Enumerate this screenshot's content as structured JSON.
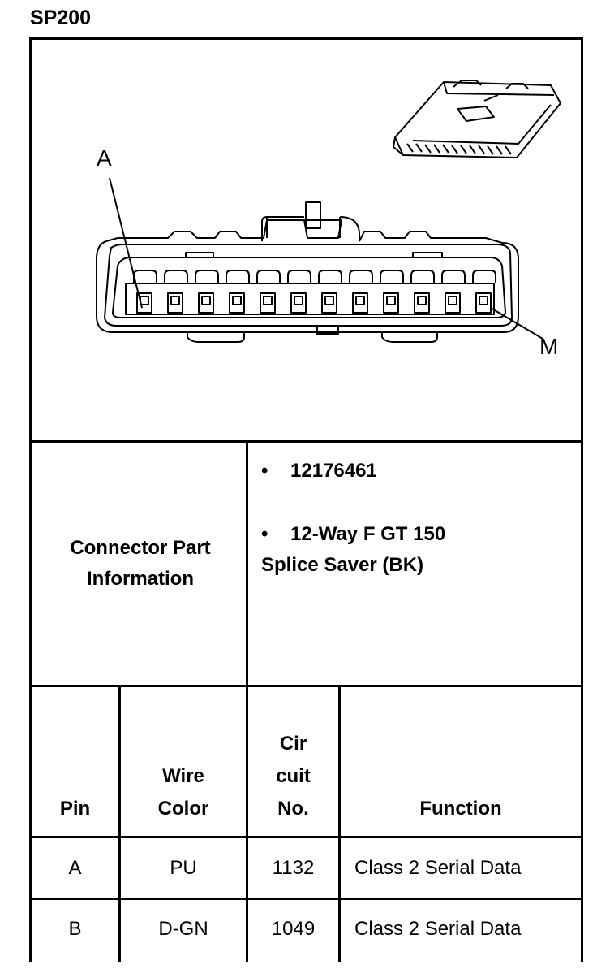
{
  "page": {
    "title": "SP200"
  },
  "diagram": {
    "label_a": "A",
    "label_m": "M"
  },
  "connector_info": {
    "title_line1": "Connector Part",
    "title_line2": "Information",
    "part_number": "12176461",
    "description_line1": "12-Way F GT 150",
    "description_line2": "Splice Saver (BK)"
  },
  "table": {
    "headers": {
      "pin": "Pin",
      "wire_color_line1": "Wire",
      "wire_color_line2": "Color",
      "circuit_line1": "Cir",
      "circuit_line2": "cuit",
      "circuit_line3": "No.",
      "function": "Function"
    },
    "rows": [
      {
        "pin": "A",
        "wire_color": "PU",
        "circuit": "1132",
        "function": "Class 2 Serial Data"
      },
      {
        "pin": "B",
        "wire_color": "D-GN",
        "circuit": "1049",
        "function": "Class 2 Serial Data"
      }
    ]
  }
}
